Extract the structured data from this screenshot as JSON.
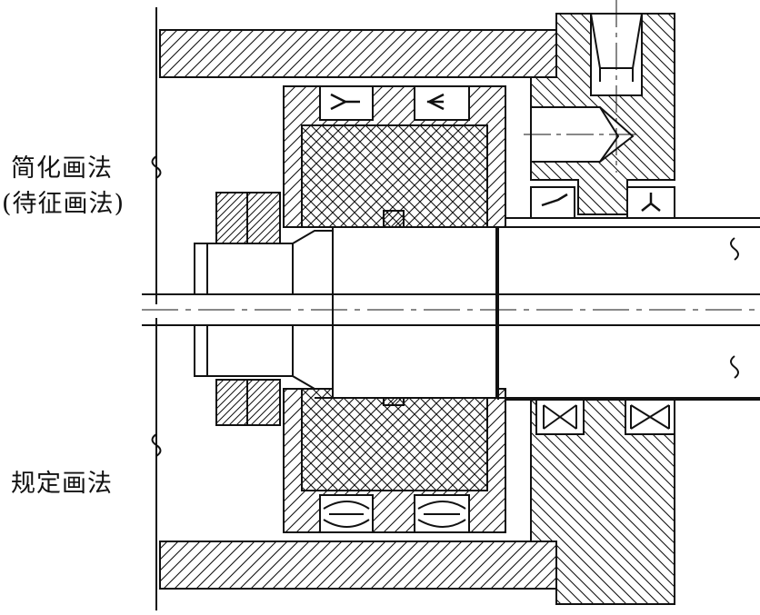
{
  "labels": {
    "simplified": "简化画法",
    "simplified_alt": "(待征画法)",
    "standard": "规定画法"
  },
  "colors": {
    "line": "#111111",
    "background": "#ffffff"
  }
}
